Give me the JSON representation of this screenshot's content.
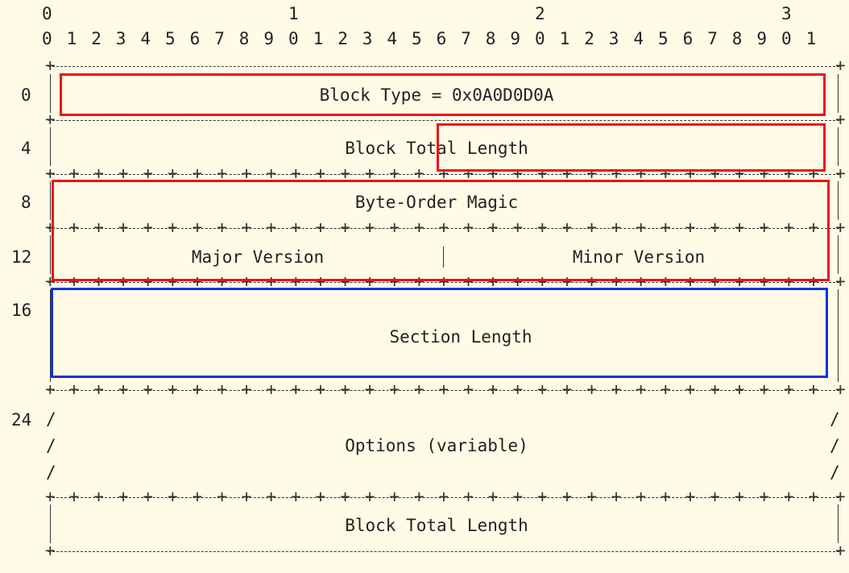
{
  "ruler": {
    "tens": [
      "0",
      "1",
      "2",
      "3"
    ],
    "units": [
      "0",
      "1",
      "2",
      "3",
      "4",
      "5",
      "6",
      "7",
      "8",
      "9",
      "0",
      "1",
      "2",
      "3",
      "4",
      "5",
      "6",
      "7",
      "8",
      "9",
      "0",
      "1",
      "2",
      "3",
      "4",
      "5",
      "6",
      "7",
      "8",
      "9",
      "0",
      "1"
    ]
  },
  "offsets": [
    "0",
    "4",
    "8",
    "12",
    "16",
    "24"
  ],
  "fields": {
    "block_type": "Block Type = 0x0A0D0D0A",
    "block_total_length_top": "Block Total Length",
    "byte_order_magic": "Byte-Order Magic",
    "major_version": "Major Version",
    "minor_version": "Minor Version",
    "section_length": "Section Length",
    "options": "Options (variable)",
    "block_total_length_bottom": "Block Total Length"
  },
  "colors": {
    "highlight_red": "#ee1111",
    "highlight_blue": "#1133dd",
    "background": "#fffbe7",
    "text": "#222222"
  }
}
